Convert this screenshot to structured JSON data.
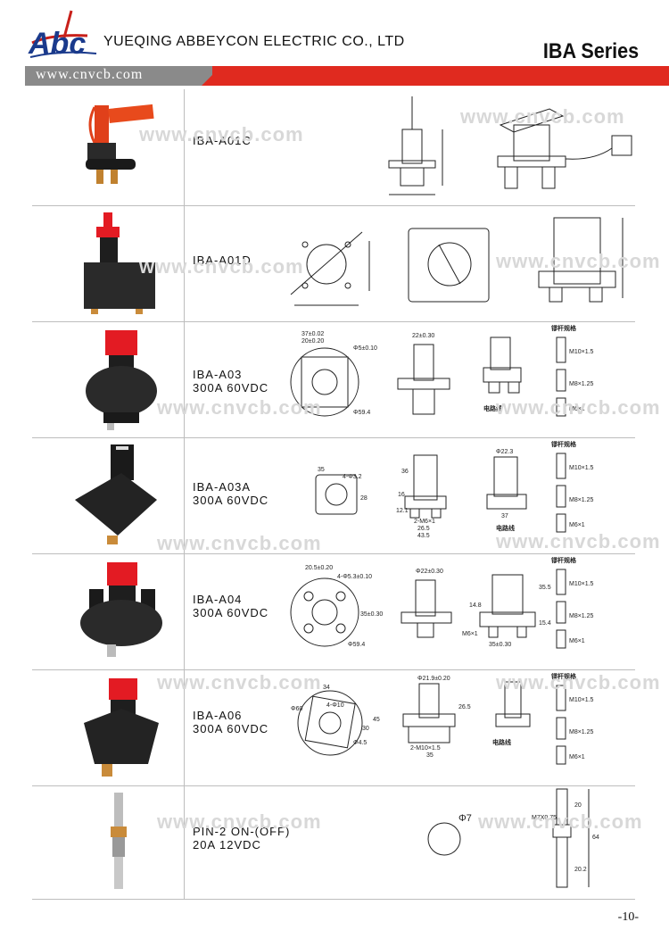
{
  "header": {
    "logo_text": "Abc",
    "company": "YUEQING ABBEYCON ELECTRIC CO., LTD",
    "series": "IBA Series",
    "website": "www.cnvcb.com"
  },
  "watermark": "www.cnvcb.com",
  "products": [
    {
      "model": "IBA-A01C",
      "rating": ""
    },
    {
      "model": "IBA-A01D",
      "rating": ""
    },
    {
      "model": "IBA-A03",
      "rating": "300A 60VDC"
    },
    {
      "model": "IBA-A03A",
      "rating": "300A 60VDC"
    },
    {
      "model": "IBA-A04",
      "rating": "300A 60VDC"
    },
    {
      "model": "IBA-A06",
      "rating": "300A 60VDC"
    },
    {
      "model": "PIN-2 ON-(OFF)",
      "rating": "20A 12VDC"
    }
  ],
  "drawing_text": {
    "a03": {
      "d1": "37±0.02",
      "d2": "20±0.20",
      "d3": "Φ5±0.10",
      "d4": "Φ59.4",
      "d5": "22±0.30",
      "spec_title": "镠杆规格",
      "m10": "M10×1.5",
      "m8": "M8×1.25",
      "m6": "M6×1",
      "circuit": "电路线"
    },
    "a03a": {
      "d1": "35",
      "d2": "4-Φ3.2",
      "d3": "28",
      "d4": "36",
      "d5": "Φ22.3",
      "d6": "2-M6×1",
      "d7": "26.5",
      "d8": "43.5",
      "d9": "37",
      "d10": "16",
      "d11": "12.1",
      "spec_title": "镠杆规格",
      "m10": "M10×1.5",
      "m8": "M8×1.25",
      "m6": "M6×1",
      "circuit": "电路线"
    },
    "a04": {
      "d1": "20.5±0.20",
      "d2": "4-Φ5.3±0.10",
      "d3": "35±0.30",
      "d4": "Φ59.4",
      "d5": "Φ22±0.30",
      "d6": "M6×1",
      "d7": "35±0.30",
      "d8": "35.5",
      "d9": "14.8",
      "d10": "15.4",
      "spec_title": "镠杆规格",
      "m10": "M10×1.5",
      "m8": "M8×1.25",
      "m6": "M6×1"
    },
    "a06": {
      "d1": "34",
      "d2": "Φ60",
      "d3": "4-Φ10",
      "d4": "45",
      "d5": "30",
      "d6": "Φ4.5",
      "d7": "Φ21.9±0.20",
      "d8": "35",
      "d9": "2-M10×1.5",
      "d10": "26.5",
      "spec_title": "镠杆规格",
      "m10": "M10×1.5",
      "m8": "M8×1.25",
      "m6": "M6×1",
      "circuit": "电路线"
    },
    "pin2": {
      "d1": "Φ7",
      "d2": "M7X0.75",
      "d3": "20",
      "d4": "64",
      "d5": "20.2"
    }
  },
  "page_number": "-10-"
}
